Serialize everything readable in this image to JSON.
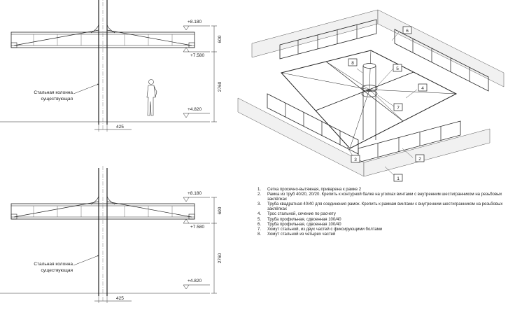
{
  "elevation_views": [
    {
      "levels": {
        "top": "+8.180",
        "middle": "+7.580",
        "bottom": "+4.820"
      },
      "dims": {
        "vertical_upper": "600",
        "vertical_lower": "2760",
        "horizontal": "425"
      },
      "column_label_line1": "Стальная колонна",
      "column_label_line2": "существующая"
    },
    {
      "levels": {
        "top": "+8.180",
        "middle": "+7.580",
        "bottom": "+4.820"
      },
      "dims": {
        "vertical_upper": "600",
        "vertical_lower": "2760",
        "horizontal": "425"
      },
      "column_label_line1": "Стальная колонна",
      "column_label_line2": "существующая"
    }
  ],
  "callouts": [
    "1",
    "2",
    "3",
    "4",
    "5",
    "6",
    "7",
    "8"
  ],
  "notes": [
    {
      "num": "1.",
      "text": "Сетка просечно-вытяжная, приварена к рамке 2"
    },
    {
      "num": "2.",
      "text": "Рамка из труб 40/20, 20/20. Крепить к контурной балке на уголках винтами с внутренним шестигранником на резьбовых заклёпках"
    },
    {
      "num": "3.",
      "text": "Труба квадратная 40/40 для соединения рамок. Крепить к рамкам винтами с внутренним шестигранником на резьбовых заклёпках"
    },
    {
      "num": "4.",
      "text": "Трос стальной, сечение по расчету"
    },
    {
      "num": "5.",
      "text": "Труба профильная, сдвоенная 100/40"
    },
    {
      "num": "6.",
      "text": "Труба профильная, сдвоенная 100/40"
    },
    {
      "num": "7.",
      "text": "Хомут стальной, из двух частей с фиксирующими болтами"
    },
    {
      "num": "8.",
      "text": "Хомут стальной из четырех частей"
    }
  ]
}
